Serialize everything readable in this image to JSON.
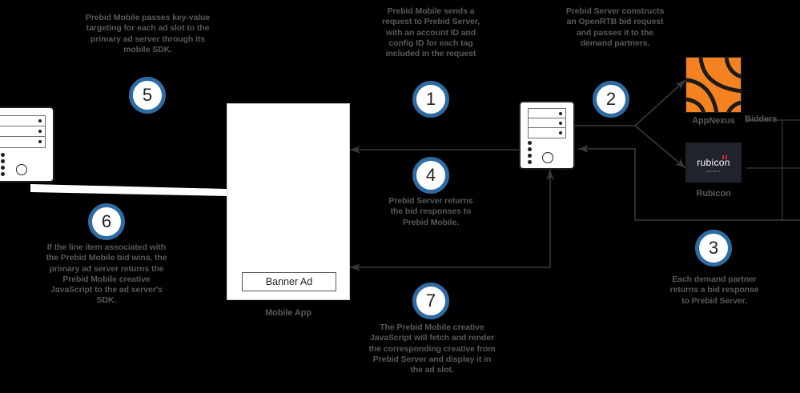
{
  "diagram": {
    "title_hidden": "",
    "accent_color": "#2f6ba3",
    "text_color": "#58595b",
    "background": "#000000"
  },
  "steps": [
    {
      "number": "1",
      "text": "Prebid Mobile sends a request to Prebid Server, with an account ID and config ID for each tag included in the request"
    },
    {
      "number": "2",
      "text": "Prebid Server constructs an OpenRTB bid request and passes it to the demand partners."
    },
    {
      "number": "3",
      "text": "Each demand partner returns a bid response to Prebid Server."
    },
    {
      "number": "4",
      "text": "Prebid Server returns the bid responses to Prebid Mobile."
    },
    {
      "number": "5",
      "text": "Prebid Mobile passes key-value targeting for each ad slot to the primary ad server through its mobile SDK."
    },
    {
      "number": "6",
      "text": "If the line item associated with the Prebid Mobile bid wins, the primary ad server returns the Prebid Mobile creative JavaScript to the ad server's SDK."
    },
    {
      "number": "7",
      "text": "The Prebid Mobile creative JavaScript will fetch and render the corresponding creative from Prebid Server and display it in the ad slot."
    }
  ],
  "nodes": {
    "ad_server": {
      "name": "primary-ad-server",
      "label": ""
    },
    "prebid_server": {
      "name": "prebid-server",
      "label": ""
    },
    "mobile_app": {
      "label": "Mobile App",
      "banner_label": "Banner Ad"
    },
    "appnexus": {
      "label": "AppNexus",
      "wordmark": "",
      "color": "#f58220"
    },
    "rubicon": {
      "label": "Rubicon",
      "wordmark": "rubicon",
      "sub": "PROJECT",
      "color": "#20232b"
    },
    "bidders_group": {
      "label": "Bidders"
    }
  }
}
